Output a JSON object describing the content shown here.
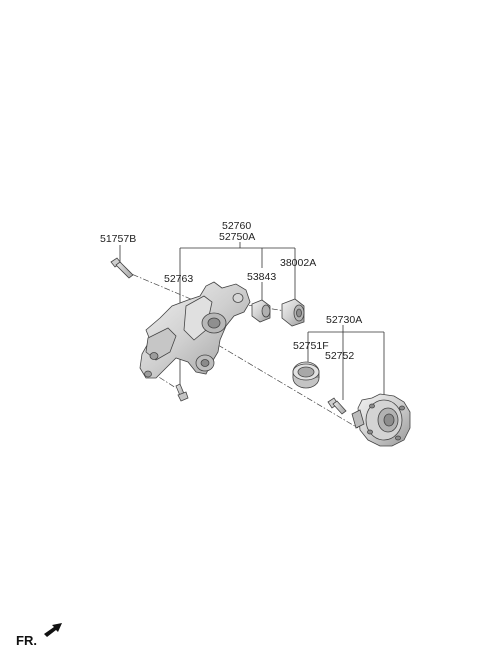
{
  "labels": {
    "main_assembly_1": "52760",
    "main_assembly_2": "52750A",
    "bolt": "51757B",
    "knuckle": "52763",
    "bushing_small": "53843",
    "bushing_large": "38002A",
    "hub_assembly": "52730A",
    "bearing_seal": "52751F",
    "hub_bolt": "52752"
  },
  "direction_marker": "FR."
}
